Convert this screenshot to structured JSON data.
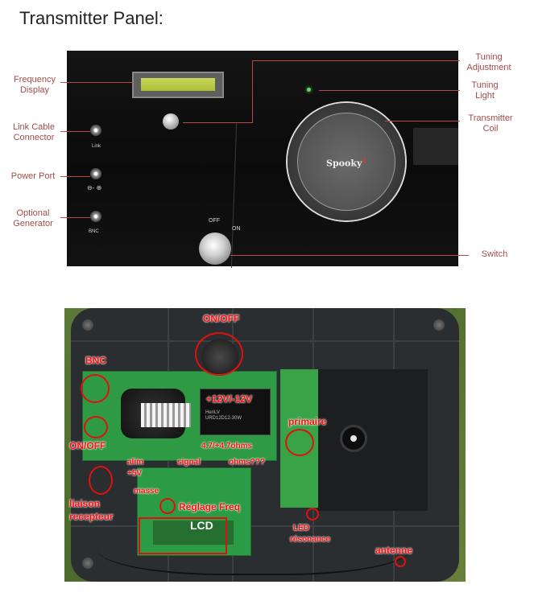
{
  "title": "Transmitter Panel:",
  "panel": {
    "callouts": {
      "frequency_display": "Frequency\nDisplay",
      "link_cable_connector": "Link Cable\nConnector",
      "power_port": "Power Port",
      "optional_generator": "Optional\nGenerator",
      "tuning_adjustment": "Tuning\nAdjustment",
      "tuning_light": "Tuning\nLight",
      "transmitter_coil": "Transmitter\nCoil",
      "switch": "Switch"
    },
    "jack_labels": {
      "link": "Link",
      "power": "⊖- ⊕",
      "bnc": "BNC"
    },
    "switch_labels": {
      "off": "OFF",
      "on": "ON"
    },
    "coil_logo": "Spooky",
    "coil_logo_sup": "2",
    "accent_color": "#a24b4b"
  },
  "photo": {
    "labels": {
      "onoff_top": "ON/OFF",
      "bnc": "BNC",
      "psu_voltage": "+12V/-12V",
      "primaire": "primaire",
      "onoff_left": "ON/OFF",
      "resistor": "4.7/+4.7ohms",
      "alim": "alim",
      "plus5v": "+5V",
      "masse": "masse",
      "signal": "signal",
      "ohms": "ohms???",
      "liaison": "liaison",
      "recepteur": "recepteur",
      "reglage_freq": "Réglage Freq",
      "lcd": "LCD",
      "led": "LED",
      "resonance": "résonance",
      "antenne": "antenne"
    },
    "psu_text": "HenLV\nURD12D12-30W",
    "annotation_color": "#e01010"
  }
}
